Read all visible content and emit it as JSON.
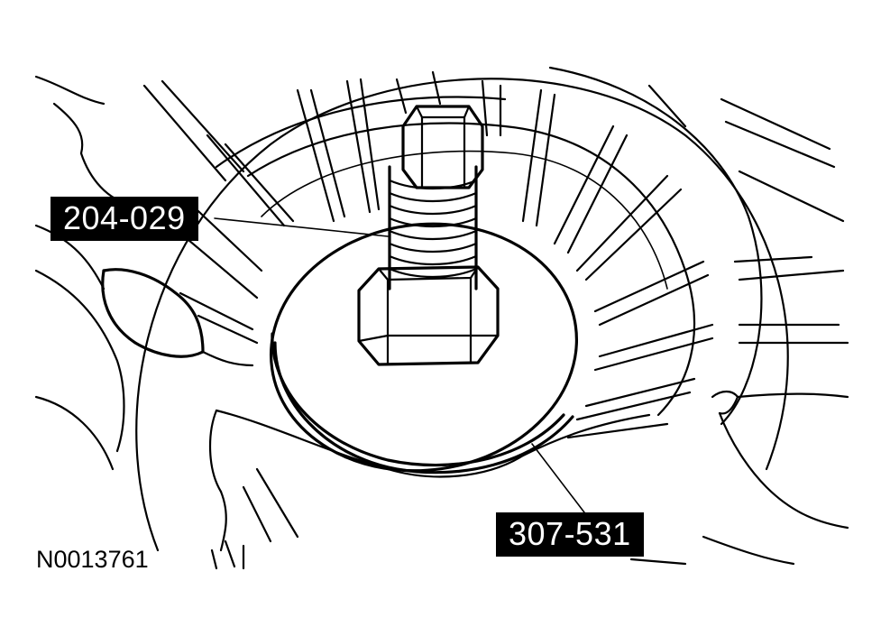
{
  "labels": {
    "tool_a": "204-029",
    "tool_b": "307-531"
  },
  "figure_id": "N0013761",
  "colors": {
    "line": "#000000",
    "label_bg": "#000000",
    "label_text": "#ffffff",
    "background": "#ffffff"
  }
}
